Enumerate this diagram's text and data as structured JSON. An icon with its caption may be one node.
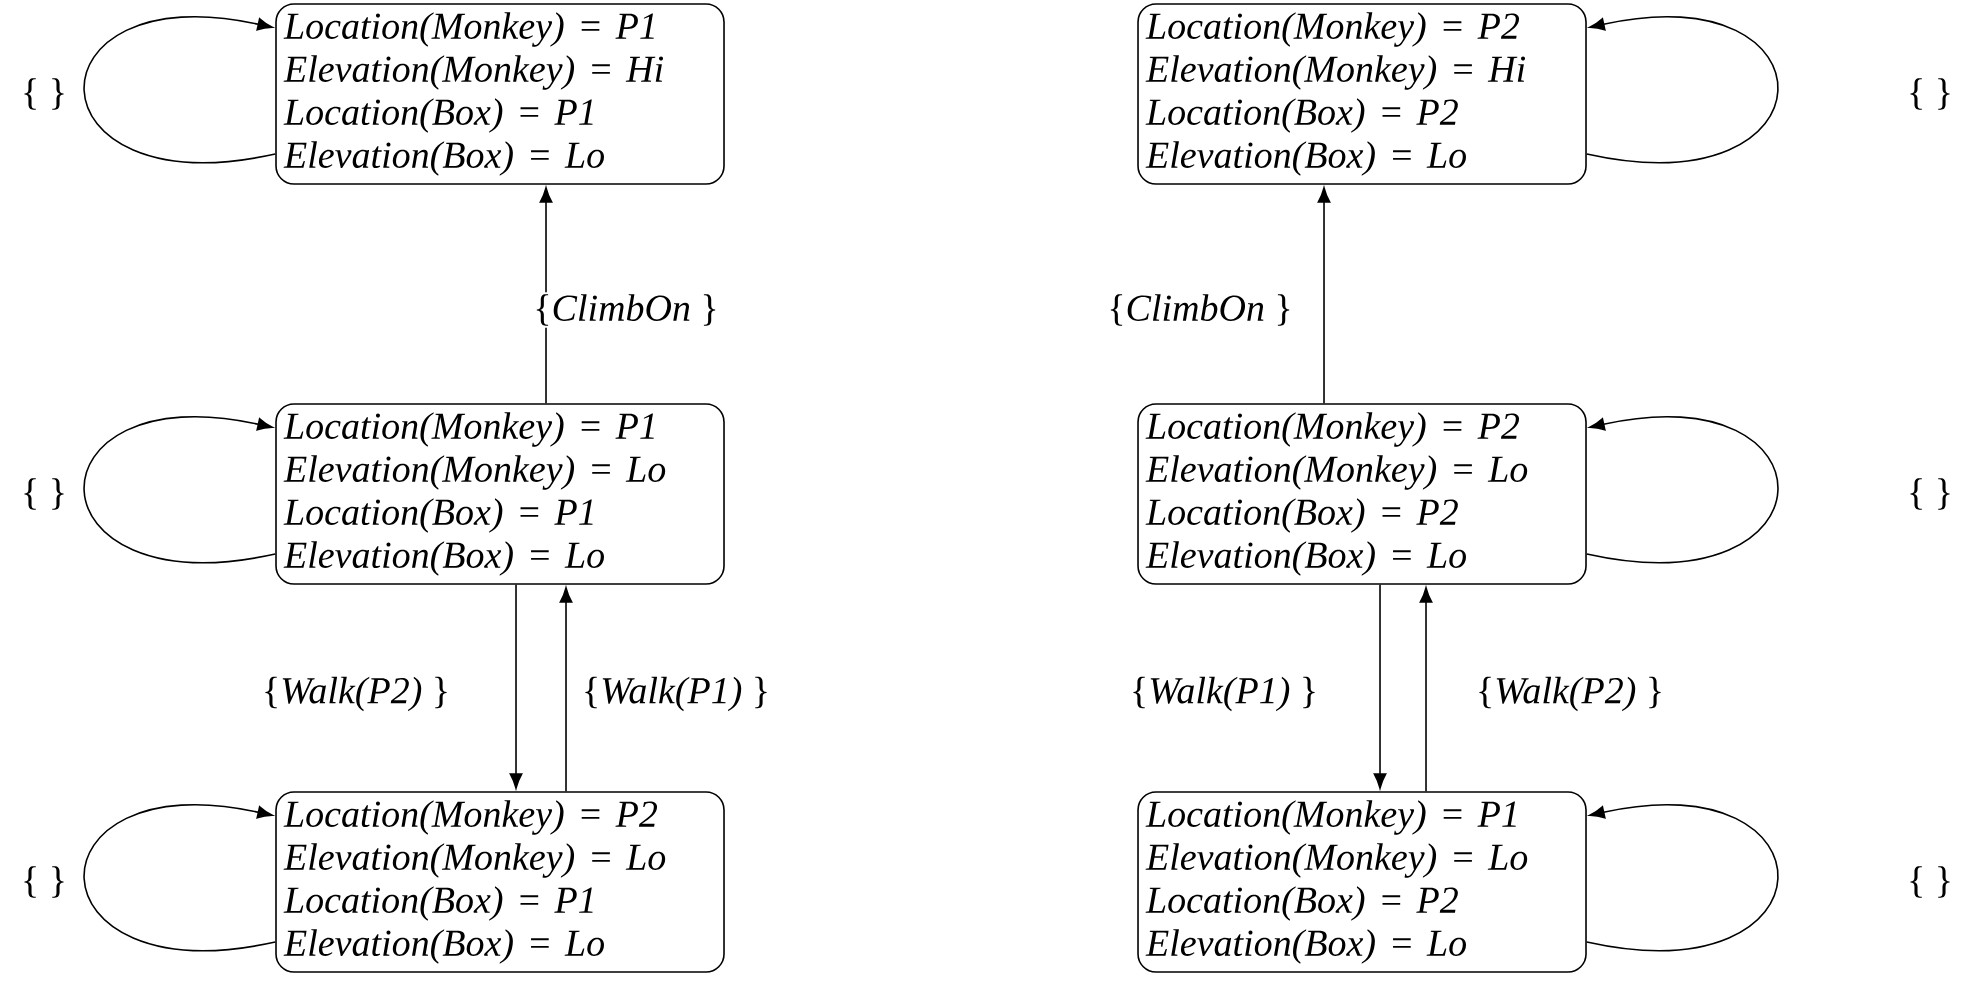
{
  "diagram": {
    "nodes": [
      {
        "text": [
          "Location(Monkey) = P1",
          "Elevation(Monkey) = Hi",
          "Location(Box) = P1",
          "Elevation(Box) = Lo"
        ]
      },
      {
        "text": [
          "Location(Monkey) = P1",
          "Elevation(Monkey) = Lo",
          "Location(Box) = P1",
          "Elevation(Box) = Lo"
        ]
      },
      {
        "text": [
          "Location(Monkey) = P2",
          "Elevation(Monkey) = Lo",
          "Location(Box) = P1",
          "Elevation(Box) = Lo"
        ]
      },
      {
        "text": [
          "Location(Monkey) = P2",
          "Elevation(Monkey) = Hi",
          "Location(Box) = P2",
          "Elevation(Box) = Lo"
        ]
      },
      {
        "text": [
          "Location(Monkey) = P2",
          "Elevation(Monkey) = Lo",
          "Location(Box) = P2",
          "Elevation(Box) = Lo"
        ]
      },
      {
        "text": [
          "Location(Monkey) = P1",
          "Elevation(Monkey) = Lo",
          "Location(Box) = P2",
          "Elevation(Box) = Lo"
        ]
      }
    ],
    "edges": [
      {
        "from": 0,
        "to": 0,
        "arrow": "to",
        "label": "{ }"
      },
      {
        "from": 1,
        "to": 0,
        "arrow": "to",
        "label": "{*ClimbOn* }"
      },
      {
        "from": 1,
        "to": 1,
        "arrow": "to",
        "label": "{ }"
      },
      {
        "from": 1,
        "to": 2,
        "arrow": "to",
        "label": "{*Walk(P2)* }"
      },
      {
        "from": 2,
        "to": 1,
        "arrow": "to",
        "label": "{*Walk(P1)* }"
      },
      {
        "from": 2,
        "to": 2,
        "arrow": "to",
        "label": "{ }"
      },
      {
        "from": 3,
        "to": 3,
        "arrow": "to",
        "label": "{ }"
      },
      {
        "from": 4,
        "to": 3,
        "arrow": "to",
        "label": "{*ClimbOn* }"
      },
      {
        "from": 4,
        "to": 4,
        "arrow": "to",
        "label": "{ }"
      },
      {
        "from": 4,
        "to": 5,
        "arrow": "to",
        "label": "{*Walk(P1)* }"
      },
      {
        "from": 5,
        "to": 4,
        "arrow": "to",
        "label": "{*Walk(P2)* }"
      },
      {
        "from": 5,
        "to": 5,
        "arrow": "to",
        "label": "{ }"
      }
    ]
  }
}
